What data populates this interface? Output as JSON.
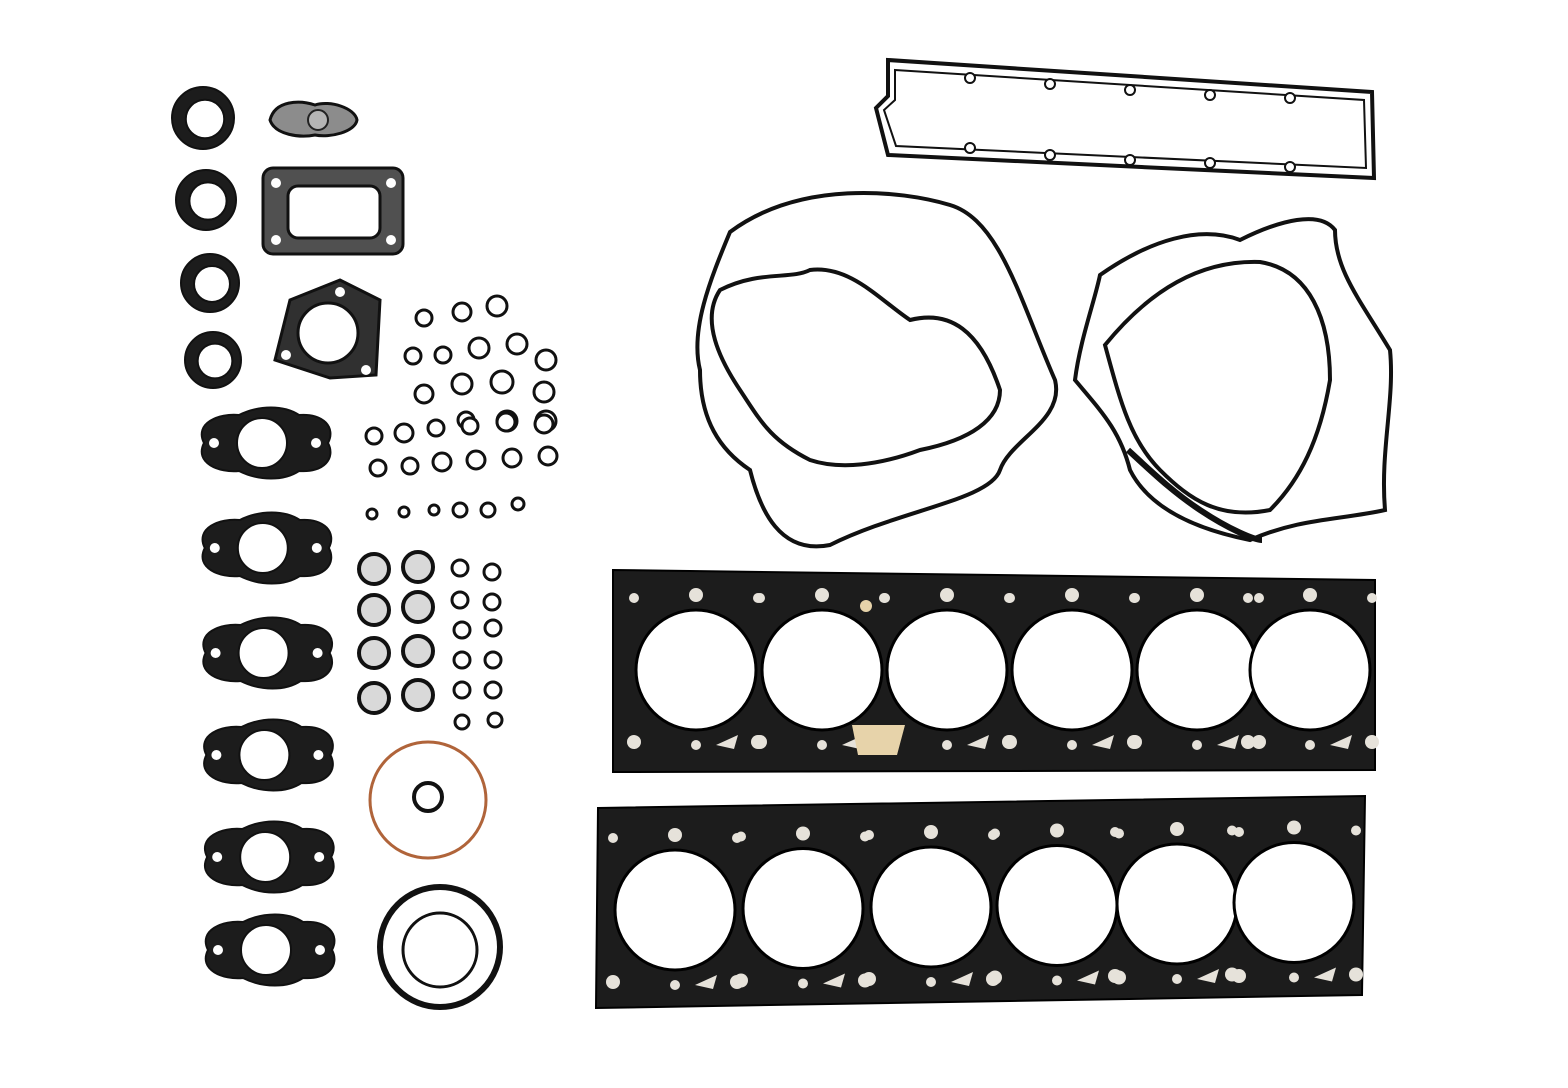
{
  "colors": {
    "background": "#ffffff",
    "gasket_dark": "#1c1c1c",
    "gasket_stroke": "#111111",
    "copper_ring": "#b0643a",
    "hole_light": "#e6e2da",
    "tan_pad": "#e7d3aa"
  },
  "parts": {
    "oil_seals": 4,
    "manifold_gaskets": 6,
    "head_gasket_cylinders": 6,
    "head_gaskets": 2
  }
}
